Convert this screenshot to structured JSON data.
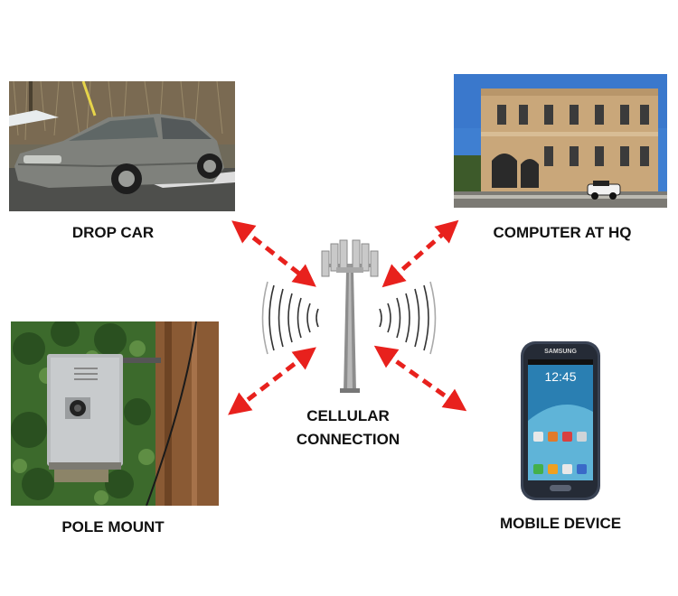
{
  "labels": {
    "drop_car": "DROP CAR",
    "computer_hq": "COMPUTER AT HQ",
    "pole_mount": "POLE MOUNT",
    "mobile_device": "MOBILE DEVICE",
    "cellular_line1": "CELLULAR",
    "cellular_line2": "CONNECTION"
  },
  "phone": {
    "brand": "SAMSUNG",
    "time": "12:45"
  },
  "colors": {
    "arrow": "#e8211d",
    "text": "#111111"
  },
  "icons": [
    "car-photo",
    "building-photo",
    "pole-mount-photo",
    "smartphone-photo",
    "cell-tower-icon"
  ]
}
